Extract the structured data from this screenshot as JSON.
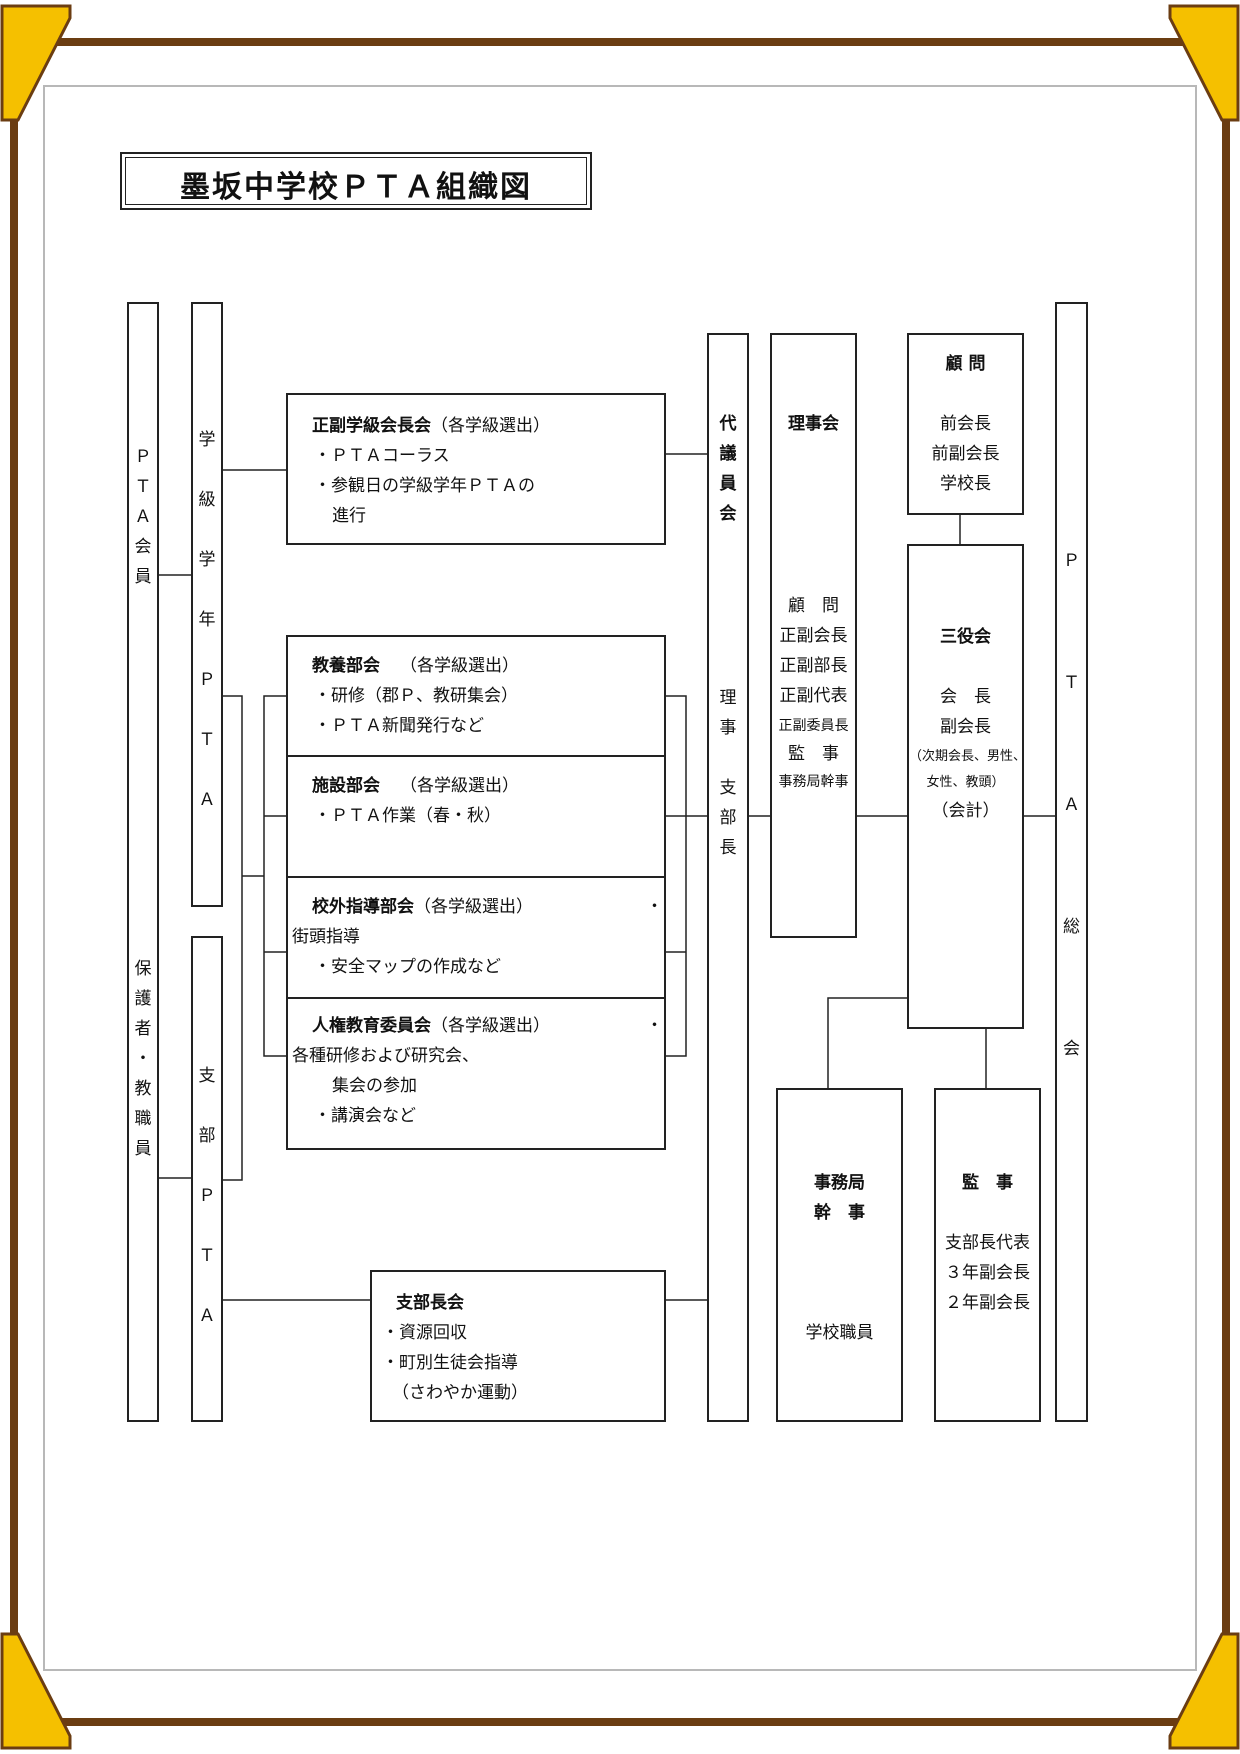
{
  "title": "墨坂中学校ＰＴＡ組織図",
  "col_members": {
    "top": [
      "Ｐ",
      "Ｔ",
      "Ａ",
      "会",
      "員"
    ],
    "bottom": [
      "保",
      "護",
      "者",
      "・",
      "教",
      "職",
      "員"
    ]
  },
  "col_grade_pta": [
    "学",
    "級",
    "学",
    "年",
    "Ｐ",
    "Ｔ",
    "Ａ"
  ],
  "col_branch_pta": [
    "支",
    "部",
    "Ｐ",
    "Ｔ",
    "Ａ"
  ],
  "col_council": {
    "top": [
      "代",
      "議",
      "員",
      "会"
    ],
    "bottom": [
      "理",
      "事",
      "支",
      "部",
      "長"
    ]
  },
  "col_general": [
    "Ｐ",
    "Ｔ",
    "Ａ",
    "総",
    "会"
  ],
  "class_council": {
    "title": "正副学級会長会",
    "note": "（各学級選出）",
    "lines": [
      "・ＰＴＡコーラス",
      "・参観日の学級学年ＰＴＡの",
      "進行"
    ]
  },
  "committees": [
    {
      "title": "教養部会",
      "note": "（各学級選出）",
      "lines": [
        "・研修（郡Ｐ、教研集会）",
        "・ＰＴＡ新聞発行など"
      ]
    },
    {
      "title": "施設部会",
      "note": "（各学級選出）",
      "lines": [
        "・ＰＴＡ作業（春・秋）"
      ]
    },
    {
      "title": "校外指導部会",
      "note": "（各学級選出）",
      "bullet": "・",
      "lines": [
        "街頭指導",
        "・安全マップの作成など"
      ]
    },
    {
      "title": "人権教育委員会",
      "note": "（各学級選出）",
      "bullet": "・",
      "lines": [
        "各種研修および研究会、",
        "集会の参加",
        "・講演会など"
      ]
    }
  ],
  "branch_council": {
    "title": "支部長会",
    "lines": [
      "・資源回収",
      "・町別生徒会指導",
      "（さわやか運動）"
    ]
  },
  "board": {
    "title": "理事会",
    "lines": [
      "顧　問",
      "正副会長",
      "正副部長",
      "正副代表",
      "正副委員長",
      "監　事",
      "事務局幹事"
    ]
  },
  "advisor": {
    "title": "顧 問",
    "lines": [
      "前会長",
      "前副会長",
      "学校長"
    ]
  },
  "officers": {
    "title": "三役会",
    "lines": [
      "会　長",
      "副会長"
    ],
    "note": "（次期会長、男性、女性、教頭）",
    "note_lines": [
      "（次期会長、男性、",
      "女性、教頭）"
    ],
    "accounting": "（会計）"
  },
  "secretariat": {
    "title_lines": [
      "事務局",
      "幹　事"
    ],
    "body": "学校職員"
  },
  "auditor": {
    "title": "監　事",
    "lines": [
      "支部長代表",
      "３年副会長",
      "２年副会長"
    ]
  }
}
